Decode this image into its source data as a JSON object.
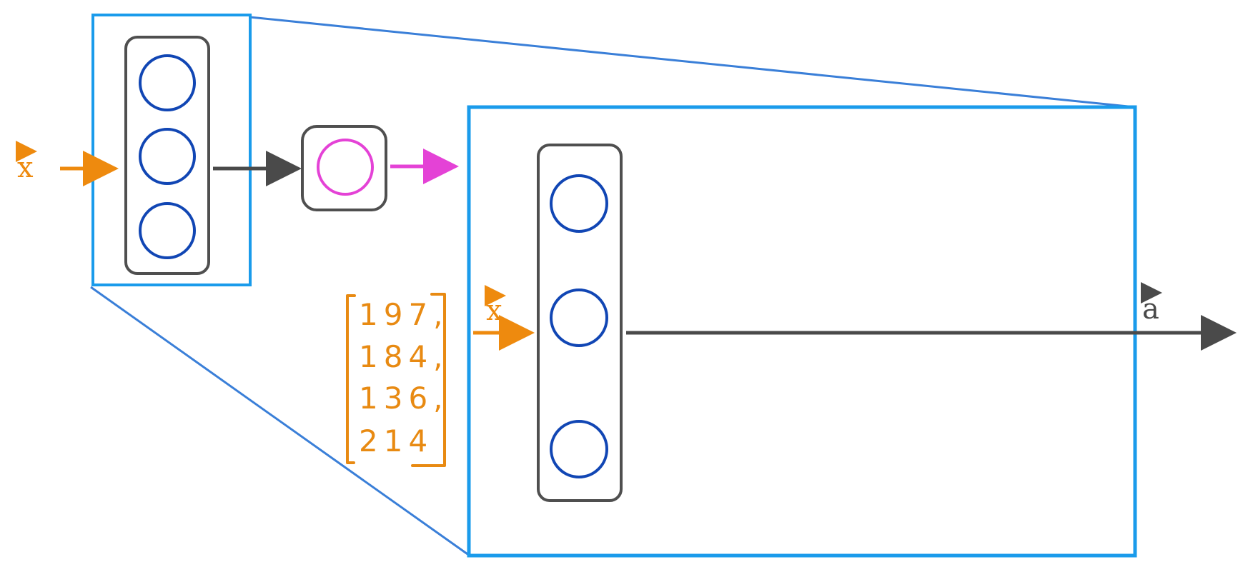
{
  "labels": {
    "input_left": "x",
    "input_zoom": "x",
    "output_zoom": "a"
  },
  "handwritten_vector": {
    "lines": [
      "197,",
      "184,",
      "136,",
      "214"
    ]
  },
  "colors": {
    "input": "#EE8A0E",
    "zoom_box": "#1A9BEB",
    "zoom_line": "#3A7FD8",
    "layer_box": "#4F4F4F",
    "neuron": "#1146B4",
    "output_neuron": "#E442D6",
    "output_arrow": "#E442D6",
    "arrow_dark": "#4A4A4A",
    "handwriting": "#E88A12"
  },
  "small_network": {
    "layer1_neurons": 3,
    "layer2_neurons": 1
  },
  "zoomed_layer": {
    "neurons": 3
  }
}
